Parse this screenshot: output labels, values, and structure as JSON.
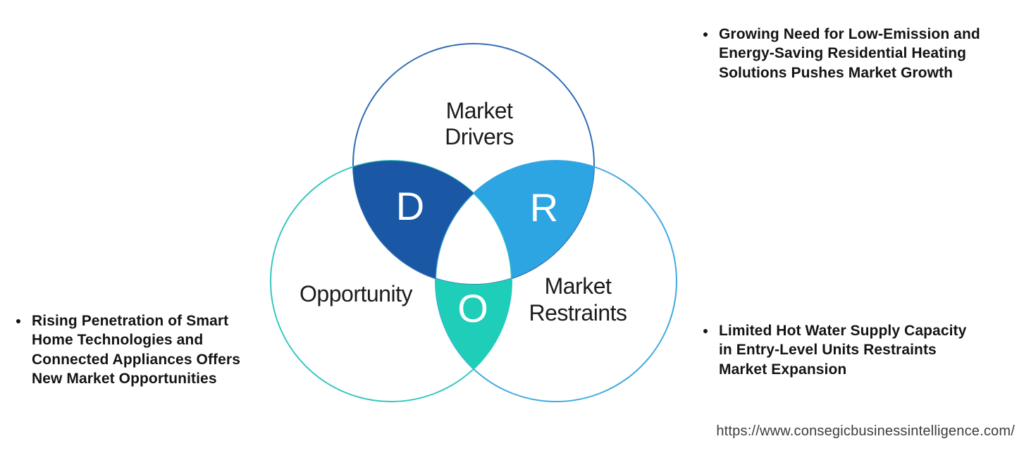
{
  "diagram": {
    "label_color": "#1c1c1c",
    "letter_color": "#ffffff",
    "circles": [
      {
        "name": "Market Drivers",
        "label_lines": [
          "Market",
          "Drivers"
        ],
        "stroke_color": "#2F6DB3"
      },
      {
        "name": "Opportunity",
        "label_lines": [
          "Opportunity"
        ],
        "stroke_color": "#35C7BE"
      },
      {
        "name": "Market Restraints",
        "label_lines": [
          "Market",
          "Restraints"
        ],
        "stroke_color": "#3FA9E1"
      }
    ],
    "overlaps": [
      {
        "letter": "D",
        "fill_color": "#1A58A6"
      },
      {
        "letter": "R",
        "fill_color": "#2CA5E2"
      },
      {
        "letter": "O",
        "fill_color": "#1FCEB9"
      }
    ]
  },
  "bullets": [
    {
      "position": "top-right",
      "lines": [
        "Growing Need for Low-Emission and",
        "Energy-Saving Residential Heating",
        "Solutions Pushes Market Growth"
      ]
    },
    {
      "position": "bottom-left",
      "lines": [
        "Rising Penetration of Smart",
        "Home Technologies and",
        "Connected Appliances Offers",
        "New Market Opportunities"
      ]
    },
    {
      "position": "bottom-right",
      "lines": [
        "Limited Hot Water Supply Capacity",
        "in Entry-Level Units Restraints",
        "Market Expansion"
      ]
    }
  ],
  "footer": {
    "url": "https://www.consegicbusinessintelligence.com/"
  }
}
